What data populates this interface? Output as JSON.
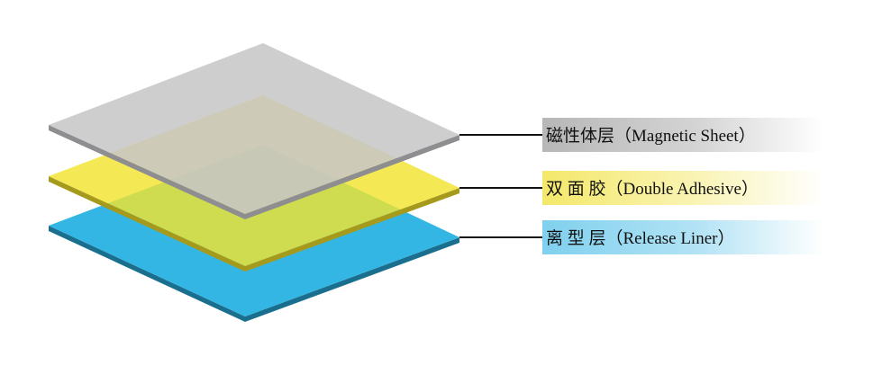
{
  "layers": [
    {
      "id": "magnetic",
      "label": "磁性体层（Magnetic Sheet）",
      "face_color": "#c6c6c7",
      "edge_color": "#8e8e90",
      "label_bg": "#b7b7b8"
    },
    {
      "id": "adhesive",
      "label": "双 面 胶（Double Adhesive）",
      "face_color": "#f1e42e",
      "edge_color": "#a59a1c",
      "label_bg": "#f4e86a"
    },
    {
      "id": "liner",
      "label": "离 型 层（Release Liner）",
      "face_color": "#34b6e4",
      "edge_color": "#1a6f8f",
      "label_bg": "#7fd0ee"
    }
  ],
  "leader_line_color": "#111111"
}
